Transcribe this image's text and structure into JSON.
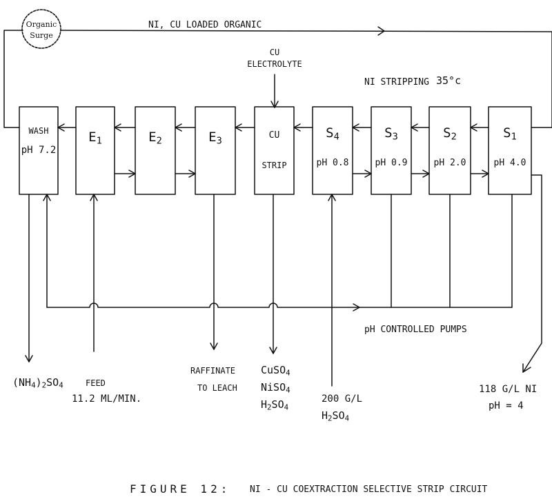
{
  "surge_tank": {
    "line1": "Organic",
    "line2": "Surge"
  },
  "loaded_organic_label": "NI, CU LOADED ORGANIC",
  "electrolyte": {
    "line1": "CU",
    "line2": "ELECTROLYTE"
  },
  "ni_stripping_label": "NI STRIPPING",
  "ni_stripping_temp": "35°c",
  "units": {
    "wash": {
      "name": "WASH",
      "ph": "pH 7.2"
    },
    "e1": {
      "name": "E",
      "sub": "1"
    },
    "e2": {
      "name": "E",
      "sub": "2"
    },
    "e3": {
      "name": "E",
      "sub": "3"
    },
    "cu": {
      "name": "CU",
      "line2": "STRIP"
    },
    "s4": {
      "name": "S",
      "sub": "4",
      "ph": "pH 0.8"
    },
    "s3": {
      "name": "S",
      "sub": "3",
      "ph": "pH 0.9"
    },
    "s2": {
      "name": "S",
      "sub": "2",
      "ph": "pH 2.0"
    },
    "s1": {
      "name": "S",
      "sub": "1",
      "ph": "pH 4.0"
    }
  },
  "pumps_label": "pH CONTROLLED PUMPS",
  "outputs": {
    "wash": {
      "a": "(NH",
      "b": "4",
      "c": ")",
      "d": "2",
      "e": "SO",
      "f": "4"
    },
    "feed": {
      "line1": "FEED",
      "line2": "11.2 ML/MIN."
    },
    "raffinate": {
      "line1": "RAFFINATE",
      "line2": "TO LEACH"
    },
    "cu_products": {
      "cuso4": {
        "a": "CuSO",
        "b": "4"
      },
      "niso4": {
        "a": "NiSO",
        "b": "4"
      },
      "h2so4": {
        "a": "H",
        "b": "2",
        "c": "SO",
        "d": "4"
      }
    },
    "acid": {
      "line1": "200 G/L",
      "a": "H",
      "b": "2",
      "c": "SO",
      "d": "4"
    },
    "nickel": {
      "line1": "118 G/L NI",
      "line2": "pH = 4"
    }
  },
  "caption": {
    "figure": "FIGURE 12:",
    "title": "NI - CU COEXTRACTION SELECTIVE STRIP CIRCUIT"
  }
}
